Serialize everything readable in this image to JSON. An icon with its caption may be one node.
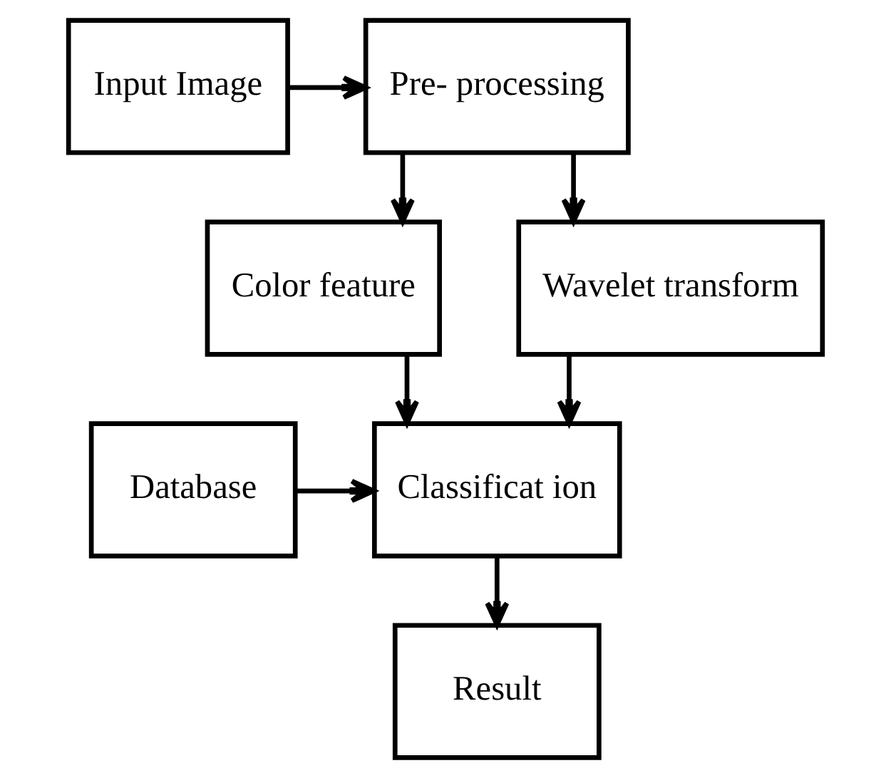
{
  "diagram": {
    "nodes": [
      {
        "text": [
          "Input Image"
        ]
      },
      {
        "text": [
          "Pre- processing"
        ]
      },
      {
        "text": [
          "Color feature"
        ]
      },
      {
        "text": [
          "Wavelet transform"
        ]
      },
      {
        "text": [
          "Classificat ion"
        ]
      },
      {
        "text": [
          "Database"
        ]
      },
      {
        "text": [
          "Result"
        ]
      }
    ],
    "edges": [
      {
        "from": 0,
        "to": 1,
        "arrow": "to"
      },
      {
        "from": 1,
        "to": 2,
        "arrow": "to"
      },
      {
        "from": 1,
        "to": 3,
        "arrow": "to"
      },
      {
        "from": 2,
        "to": 4,
        "arrow": "to"
      },
      {
        "from": 3,
        "to": 4,
        "arrow": "to"
      },
      {
        "from": 5,
        "to": 4,
        "arrow": "to"
      },
      {
        "from": 4,
        "to": 6,
        "arrow": "to"
      }
    ]
  }
}
